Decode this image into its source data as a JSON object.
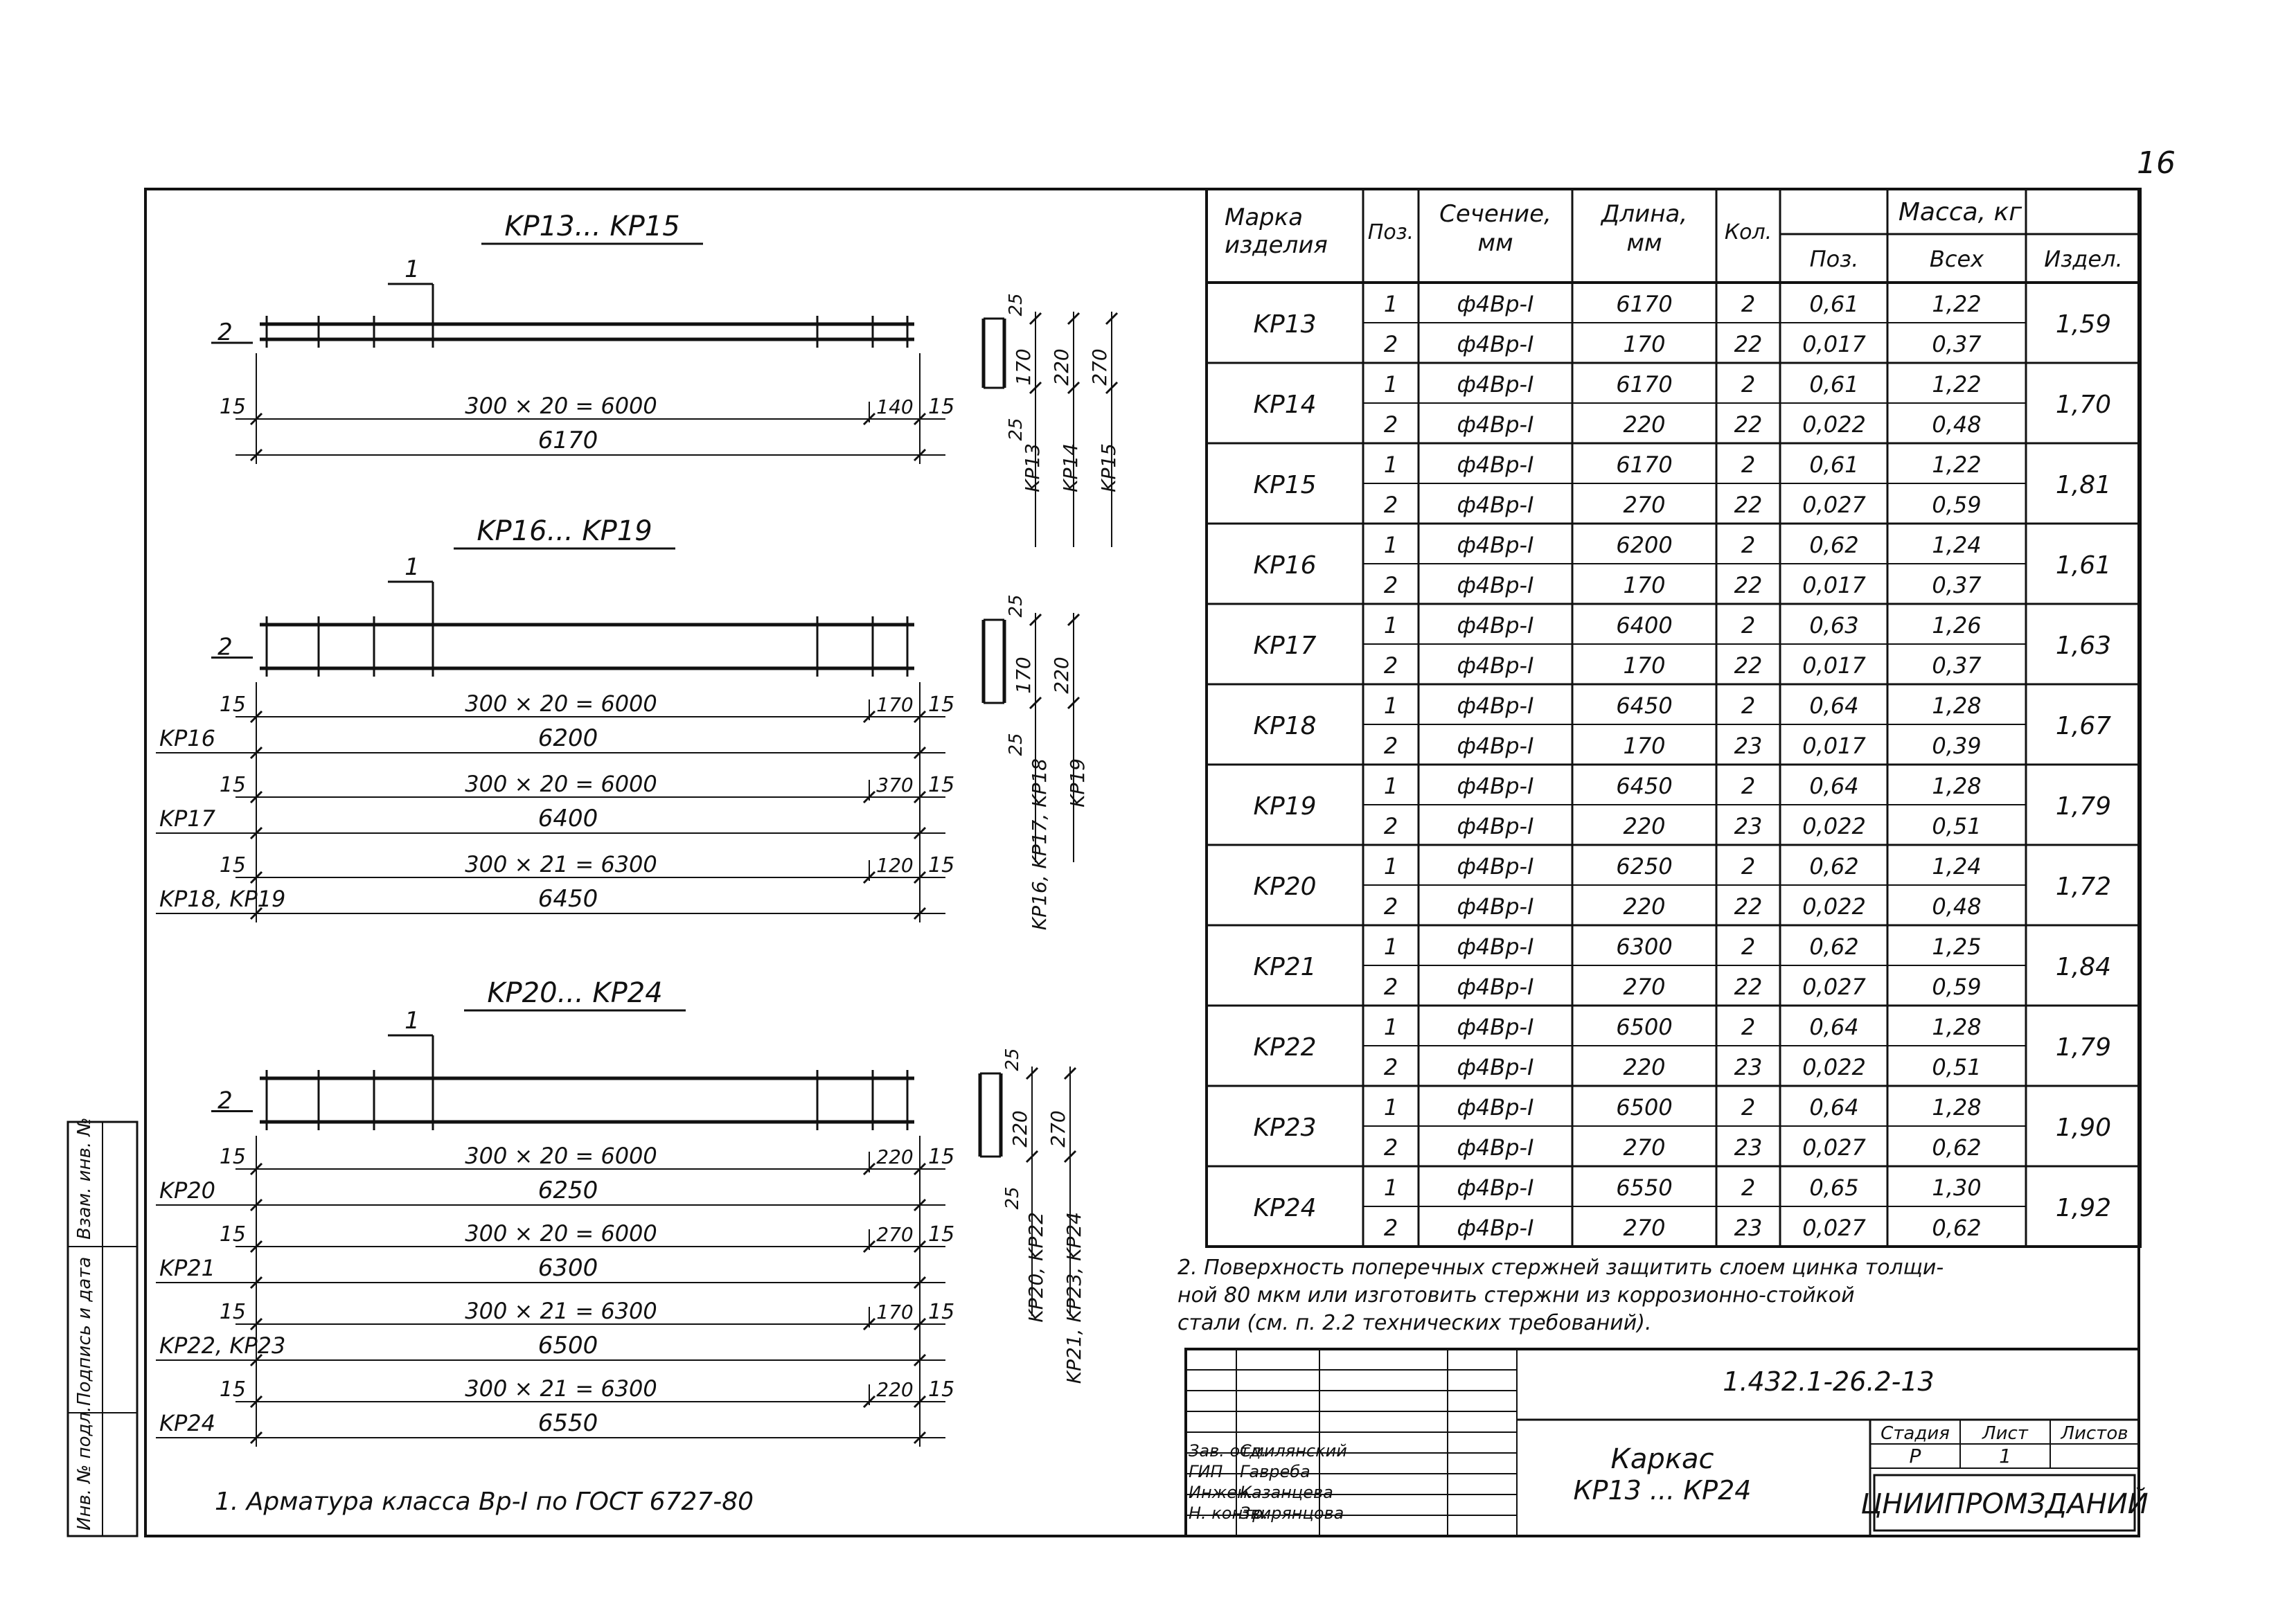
{
  "page_number": "16",
  "groups": [
    {
      "title": "KP13... KP15",
      "pos_label": "1",
      "bar_label": "2",
      "rows": [
        {
          "mark": "",
          "dim_line": "300 × 20 = 6000",
          "left_end": "15",
          "right_gap": "140",
          "right_end": "15",
          "total": "6170"
        }
      ],
      "section_dims": [
        "25",
        "25",
        "170",
        "220",
        "270"
      ],
      "section_labels": [
        "KP13",
        "KP14",
        "KP15"
      ]
    },
    {
      "title": "KP16... KP19",
      "pos_label": "1",
      "bar_label": "2",
      "rows": [
        {
          "mark": "KP16",
          "dim_line": "300 × 20 = 6000",
          "left_end": "15",
          "right_gap": "170",
          "right_end": "15",
          "total": "6200"
        },
        {
          "mark": "KP17",
          "dim_line": "300 × 20 = 6000",
          "left_end": "15",
          "right_gap": "370",
          "right_end": "15",
          "total": "6400"
        },
        {
          "mark": "KP18, KP19",
          "dim_line": "300 × 21 = 6300",
          "left_end": "15",
          "right_gap": "120",
          "right_end": "15",
          "total": "6450"
        }
      ],
      "section_dims": [
        "25",
        "25",
        "170",
        "220"
      ],
      "section_labels": [
        "KP16, KP17, KP18",
        "KP19"
      ]
    },
    {
      "title": "KP20... KP24",
      "pos_label": "1",
      "bar_label": "2",
      "rows": [
        {
          "mark": "KP20",
          "dim_line": "300 × 20 = 6000",
          "left_end": "15",
          "right_gap": "220",
          "right_end": "15",
          "total": "6250"
        },
        {
          "mark": "KP21",
          "dim_line": "300 × 20 = 6000",
          "left_end": "15",
          "right_gap": "270",
          "right_end": "15",
          "total": "6300"
        },
        {
          "mark": "KP22, KP23",
          "dim_line": "300 × 21 = 6300",
          "left_end": "15",
          "right_gap": "170",
          "right_end": "15",
          "total": "6500"
        },
        {
          "mark": "KP24",
          "dim_line": "300 × 21 = 6300",
          "left_end": "15",
          "right_gap": "220",
          "right_end": "15",
          "total": "6550"
        }
      ],
      "section_dims": [
        "25",
        "25",
        "220",
        "270"
      ],
      "section_labels": [
        "KP20, KP22",
        "KP21, KP23, KP24"
      ]
    }
  ],
  "note1": "1. Арматура класса Вр-I по ГОСТ 6727-80",
  "note2": [
    "2. Поверхность поперечных стержней защитить слоем цинка толщи-",
    "ной 80 мкм или изготовить стержни из коррозионно-стойкой",
    "стали (см. п. 2.2 технических требований)."
  ],
  "table": {
    "headers": {
      "mark": [
        "Марка",
        "изделия"
      ],
      "pos": "Поз.",
      "section": [
        "Сечение,",
        "мм"
      ],
      "length": [
        "Длина,",
        "мм"
      ],
      "qty": "Кол.",
      "mass": "Масса, кг",
      "mass_pos": "Поз.",
      "mass_all": "Всех",
      "mass_item": "Издел."
    },
    "items": [
      {
        "mark": "KP13",
        "item": "1,59",
        "rows": [
          {
            "pos": "1",
            "section": "ф4Вр-I",
            "length": "6170",
            "qty": "2",
            "m_pos": "0,61",
            "m_all": "1,22"
          },
          {
            "pos": "2",
            "section": "ф4Вр-I",
            "length": "170",
            "qty": "22",
            "m_pos": "0,017",
            "m_all": "0,37"
          }
        ]
      },
      {
        "mark": "KP14",
        "item": "1,70",
        "rows": [
          {
            "pos": "1",
            "section": "ф4Вр-I",
            "length": "6170",
            "qty": "2",
            "m_pos": "0,61",
            "m_all": "1,22"
          },
          {
            "pos": "2",
            "section": "ф4Вр-I",
            "length": "220",
            "qty": "22",
            "m_pos": "0,022",
            "m_all": "0,48"
          }
        ]
      },
      {
        "mark": "KP15",
        "item": "1,81",
        "rows": [
          {
            "pos": "1",
            "section": "ф4Вр-I",
            "length": "6170",
            "qty": "2",
            "m_pos": "0,61",
            "m_all": "1,22"
          },
          {
            "pos": "2",
            "section": "ф4Вр-I",
            "length": "270",
            "qty": "22",
            "m_pos": "0,027",
            "m_all": "0,59"
          }
        ]
      },
      {
        "mark": "KP16",
        "item": "1,61",
        "rows": [
          {
            "pos": "1",
            "section": "ф4Вр-I",
            "length": "6200",
            "qty": "2",
            "m_pos": "0,62",
            "m_all": "1,24"
          },
          {
            "pos": "2",
            "section": "ф4Вр-I",
            "length": "170",
            "qty": "22",
            "m_pos": "0,017",
            "m_all": "0,37"
          }
        ]
      },
      {
        "mark": "KP17",
        "item": "1,63",
        "rows": [
          {
            "pos": "1",
            "section": "ф4Вр-I",
            "length": "6400",
            "qty": "2",
            "m_pos": "0,63",
            "m_all": "1,26"
          },
          {
            "pos": "2",
            "section": "ф4Вр-I",
            "length": "170",
            "qty": "22",
            "m_pos": "0,017",
            "m_all": "0,37"
          }
        ]
      },
      {
        "mark": "KP18",
        "item": "1,67",
        "rows": [
          {
            "pos": "1",
            "section": "ф4Вр-I",
            "length": "6450",
            "qty": "2",
            "m_pos": "0,64",
            "m_all": "1,28"
          },
          {
            "pos": "2",
            "section": "ф4Вр-I",
            "length": "170",
            "qty": "23",
            "m_pos": "0,017",
            "m_all": "0,39"
          }
        ]
      },
      {
        "mark": "KP19",
        "item": "1,79",
        "rows": [
          {
            "pos": "1",
            "section": "ф4Вр-I",
            "length": "6450",
            "qty": "2",
            "m_pos": "0,64",
            "m_all": "1,28"
          },
          {
            "pos": "2",
            "section": "ф4Вр-I",
            "length": "220",
            "qty": "23",
            "m_pos": "0,022",
            "m_all": "0,51"
          }
        ]
      },
      {
        "mark": "KP20",
        "item": "1,72",
        "rows": [
          {
            "pos": "1",
            "section": "ф4Вр-I",
            "length": "6250",
            "qty": "2",
            "m_pos": "0,62",
            "m_all": "1,24"
          },
          {
            "pos": "2",
            "section": "ф4Вр-I",
            "length": "220",
            "qty": "22",
            "m_pos": "0,022",
            "m_all": "0,48"
          }
        ]
      },
      {
        "mark": "KP21",
        "item": "1,84",
        "rows": [
          {
            "pos": "1",
            "section": "ф4Вр-I",
            "length": "6300",
            "qty": "2",
            "m_pos": "0,62",
            "m_all": "1,25"
          },
          {
            "pos": "2",
            "section": "ф4Вр-I",
            "length": "270",
            "qty": "22",
            "m_pos": "0,027",
            "m_all": "0,59"
          }
        ]
      },
      {
        "mark": "KP22",
        "item": "1,79",
        "rows": [
          {
            "pos": "1",
            "section": "ф4Вр-I",
            "length": "6500",
            "qty": "2",
            "m_pos": "0,64",
            "m_all": "1,28"
          },
          {
            "pos": "2",
            "section": "ф4Вр-I",
            "length": "220",
            "qty": "23",
            "m_pos": "0,022",
            "m_all": "0,51"
          }
        ]
      },
      {
        "mark": "KP23",
        "item": "1,90",
        "rows": [
          {
            "pos": "1",
            "section": "ф4Вр-I",
            "length": "6500",
            "qty": "2",
            "m_pos": "0,64",
            "m_all": "1,28"
          },
          {
            "pos": "2",
            "section": "ф4Вр-I",
            "length": "270",
            "qty": "23",
            "m_pos": "0,027",
            "m_all": "0,62"
          }
        ]
      },
      {
        "mark": "KP24",
        "item": "1,92",
        "rows": [
          {
            "pos": "1",
            "section": "ф4Вр-I",
            "length": "6550",
            "qty": "2",
            "m_pos": "0,65",
            "m_all": "1,30"
          },
          {
            "pos": "2",
            "section": "ф4Вр-I",
            "length": "270",
            "qty": "23",
            "m_pos": "0,027",
            "m_all": "0,62"
          }
        ]
      }
    ]
  },
  "title_block": {
    "doc_code": "1.432.1-26.2-13",
    "signers": [
      {
        "role": "Зав. отд.",
        "name": "Смилянский"
      },
      {
        "role": "ГИП",
        "name": "Гавреба"
      },
      {
        "role": "Инжен.",
        "name": "Казанцева"
      },
      {
        "role": "Н. контр.",
        "name": "Звирянцова"
      }
    ],
    "title_lines": [
      "Каркас",
      "КР13 ... КР24"
    ],
    "stage_h": "Стадия",
    "sheet_h": "Лист",
    "sheets_h": "Листов",
    "stage": "Р",
    "sheet": "1",
    "sheets": "",
    "org": "ЦНИИПРОМЗДАНИЙ"
  },
  "side_stamp": [
    "Инв. № подл.",
    "Подпись и дата",
    "Взам. инв. №"
  ]
}
